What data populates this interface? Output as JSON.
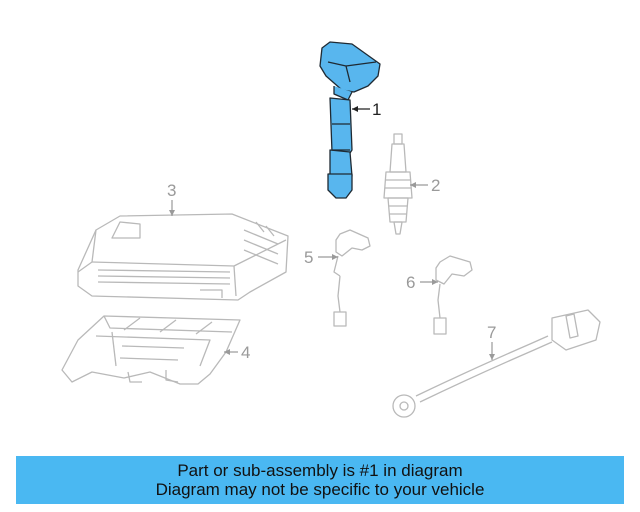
{
  "colors": {
    "highlight_fill": "#58b6ee",
    "highlight_stroke": "#1f2a33",
    "part_stroke": "#b9b9b9",
    "banner_bg": "#4ab8f2"
  },
  "parts": [
    {
      "number": "1",
      "name": "ignition-coil",
      "highlighted": true
    },
    {
      "number": "2",
      "name": "spark-plug",
      "highlighted": false
    },
    {
      "number": "3",
      "name": "engine-control-module",
      "highlighted": false
    },
    {
      "number": "4",
      "name": "ecm-bracket",
      "highlighted": false
    },
    {
      "number": "5",
      "name": "sensor",
      "highlighted": false
    },
    {
      "number": "6",
      "name": "sensor",
      "highlighted": false
    },
    {
      "number": "7",
      "name": "knock-sensor",
      "highlighted": false
    }
  ],
  "banner": {
    "line1": "Part or sub-assembly is #1 in diagram",
    "line2": "Diagram may not be specific to your vehicle"
  }
}
